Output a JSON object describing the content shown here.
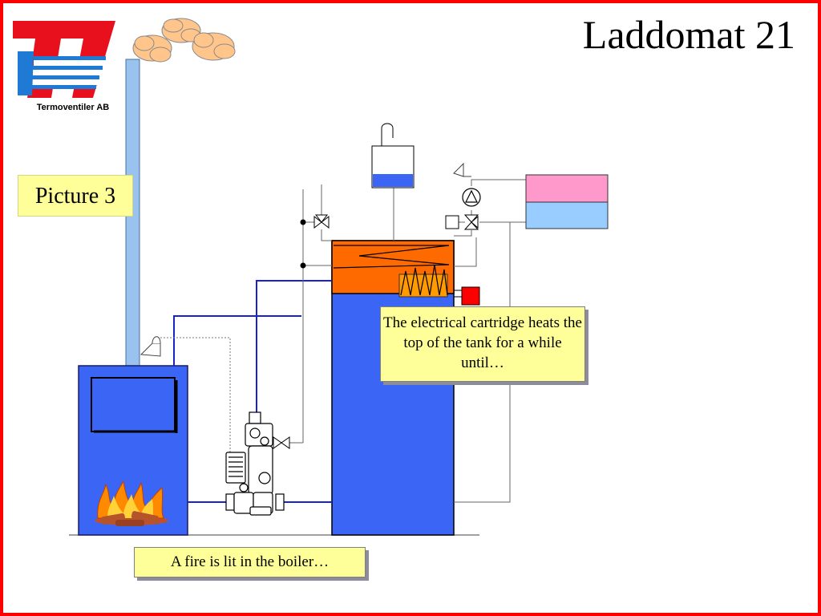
{
  "slide": {
    "title": "Laddomat 21",
    "company": "Termoventiler AB",
    "picture_label": "Picture 3"
  },
  "callouts": {
    "cartridge": "The electrical cartridge heats the top of the tank for a while until…",
    "fire": "A fire is lit in the boiler…"
  },
  "colors": {
    "frame": "#ff0000",
    "logo_red": "#e8101c",
    "logo_blue": "#1f7ad6",
    "boiler_blue": "#3b66f5",
    "tank_hot": "#ff6a00",
    "chimney": "#99c2ee",
    "pipe": "#1a22cc",
    "cartridge_fill": "#ff9a00",
    "thermostat": "#ff0000",
    "smoke": "#ffc58a",
    "callout_bg": "#ffff99",
    "expansion_pink": "#ff99cc",
    "expansion_blue": "#99ccff"
  },
  "icons": [
    "termoventiler-logo",
    "smoke-cloud",
    "fire-icon",
    "laddomat-valve-unit",
    "shutoff-valve-icon",
    "three-way-valve-icon",
    "pump-icon",
    "heating-coil-icon",
    "thermostat-icon"
  ]
}
